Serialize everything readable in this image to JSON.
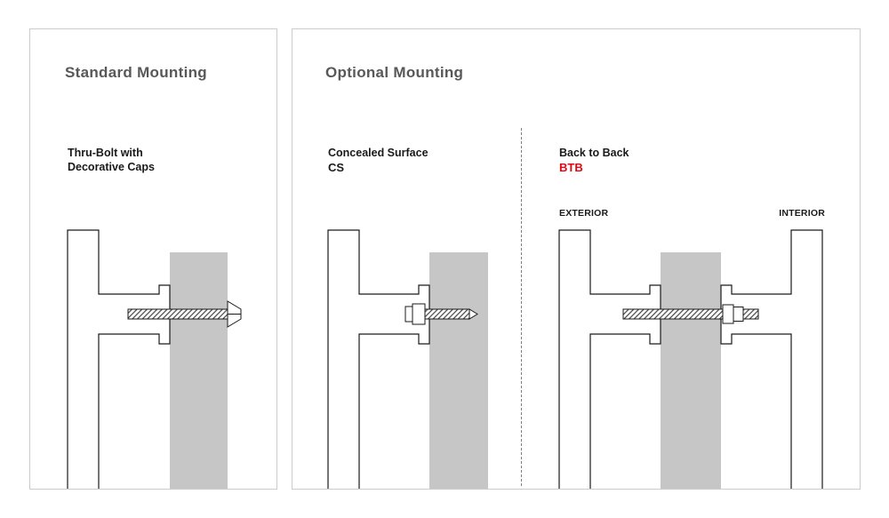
{
  "colors": {
    "panel-border": "#cbcbcb",
    "title-gray": "#58585a",
    "text-black": "#1a1a1a",
    "accent-red": "#e30613",
    "door-gray": "#c6c6c7",
    "line-gray": "#7f7f7f"
  },
  "standard_panel": {
    "title": "Standard Mounting",
    "method": {
      "line1": "Thru-Bolt with",
      "line2": "Decorative Caps"
    }
  },
  "optional_panel": {
    "title": "Optional Mounting",
    "cs": {
      "name": "Concealed Surface",
      "code": "CS"
    },
    "btb": {
      "name": "Back to Back",
      "code": "BTB",
      "exterior": "EXTERIOR",
      "interior": "INTERIOR"
    }
  }
}
